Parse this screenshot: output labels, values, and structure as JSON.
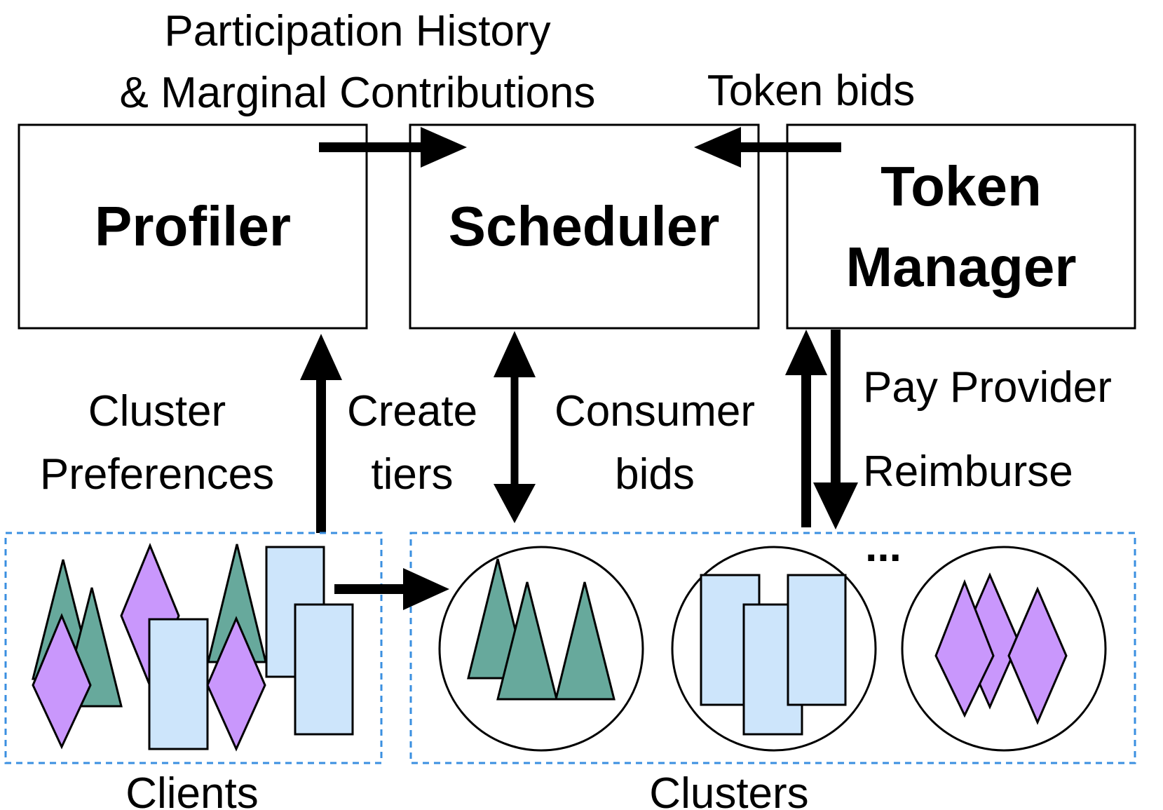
{
  "labels": {
    "participation_line1": "Participation History",
    "participation_line2": "& Marginal Contributions",
    "token_bids": "Token bids",
    "profiler": "Profiler",
    "scheduler": "Scheduler",
    "token_manager_line1": "Token",
    "token_manager_line2": "Manager",
    "cluster_pref_line1": "Cluster",
    "cluster_pref_line2": "Preferences",
    "create_tiers_line1": "Create",
    "create_tiers_line2": "tiers",
    "consumer_bids_line1": "Consumer",
    "consumer_bids_line2": "bids",
    "pay_provider": "Pay Provider",
    "reimburse": "Reimburse",
    "ellipsis": "...",
    "clients": "Clients",
    "clusters": "Clusters"
  },
  "colors": {
    "triangle": "#67A99C",
    "diamond": "#C997FC",
    "rectangle": "#CDE5FB",
    "dashed_border": "#3A8FE0",
    "stroke": "#000000"
  },
  "shapes": {
    "triangle": "triangle-shape",
    "diamond": "diamond-shape",
    "rectangle": "rectangle-shape"
  }
}
